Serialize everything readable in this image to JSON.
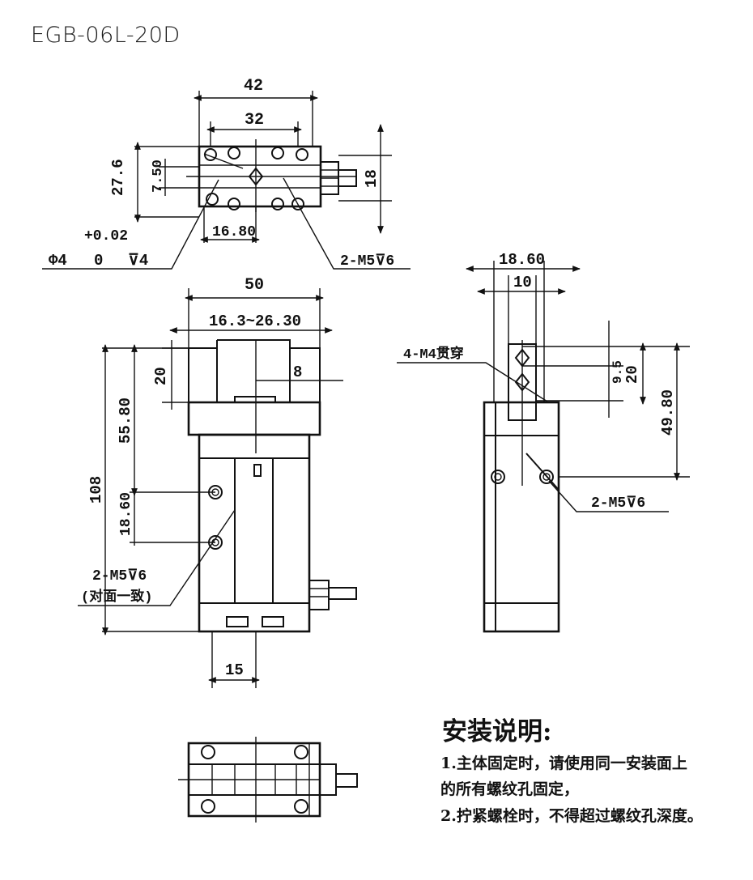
{
  "title": "EGB-06L-20D",
  "top_view": {
    "dims": [
      "42",
      "32",
      "27.6",
      "7.50",
      "18",
      "16.80"
    ],
    "hole_callout": {
      "tol_upper": "+0.02",
      "prefix": "Φ4",
      "tol_lower": "0",
      "depth": "⊽4"
    },
    "thread_callout": "2-M5⊽6"
  },
  "front_view": {
    "dims": [
      "50",
      "16.3~26.30",
      "20",
      "8",
      "55.80",
      "108",
      "18.60",
      "15"
    ],
    "thread_callout": "2-M5⊽6",
    "thread_note": "(对面一致)"
  },
  "side_view": {
    "dims": [
      "18.60",
      "10",
      "9.5",
      "20",
      "49.80"
    ],
    "through_callout": "4-M4贯穿",
    "thread_callout": "2-M5⊽6"
  },
  "install_notes": {
    "heading": "安装说明:",
    "line1": "1.主体固定时，请使用同一安装面上",
    "line2": "的所有螺纹孔固定，",
    "line3": "2.拧紧螺栓时，不得超过螺纹孔深度。"
  }
}
